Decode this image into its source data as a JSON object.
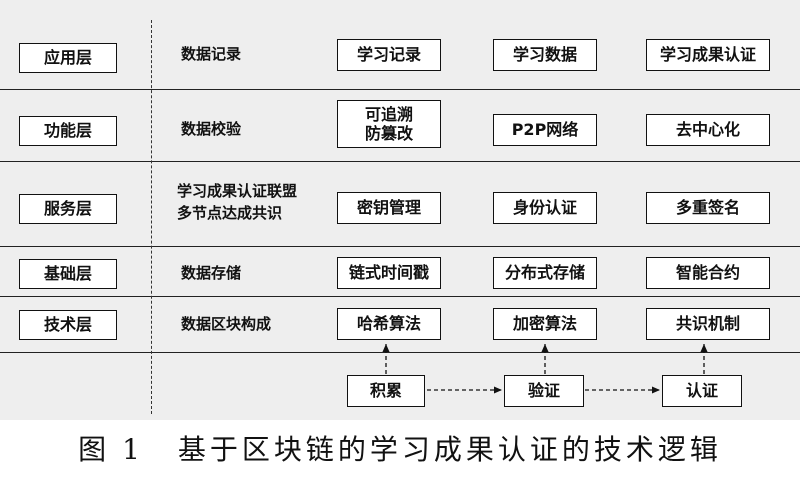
{
  "layers": [
    {
      "name": "应用层",
      "desc": [
        "数据记录"
      ],
      "items": [
        [
          "学习记录"
        ],
        [
          "学习数据"
        ],
        [
          "学习成果认证"
        ]
      ]
    },
    {
      "name": "功能层",
      "desc": [
        "数据校验"
      ],
      "items": [
        [
          "可追溯",
          "防篡改"
        ],
        [
          "P2P网络"
        ],
        [
          "去中心化"
        ]
      ]
    },
    {
      "name": "服务层",
      "desc": [
        "学习成果认证联盟",
        "多节点达成共识"
      ],
      "items": [
        [
          "密钥管理"
        ],
        [
          "身份认证"
        ],
        [
          "多重签名"
        ]
      ]
    },
    {
      "name": "基础层",
      "desc": [
        "数据存储"
      ],
      "items": [
        [
          "链式时间戳"
        ],
        [
          "分布式存储"
        ],
        [
          "智能合约"
        ]
      ]
    },
    {
      "name": "技术层",
      "desc": [
        "数据区块构成"
      ],
      "items": [
        [
          "哈希算法"
        ],
        [
          "加密算法"
        ],
        [
          "共识机制"
        ]
      ]
    }
  ],
  "flow": {
    "steps": [
      "积累",
      "验证",
      "认证"
    ]
  },
  "caption": {
    "label": "图",
    "number": "1",
    "title": "基于区块链的学习成果认证的技术逻辑"
  }
}
